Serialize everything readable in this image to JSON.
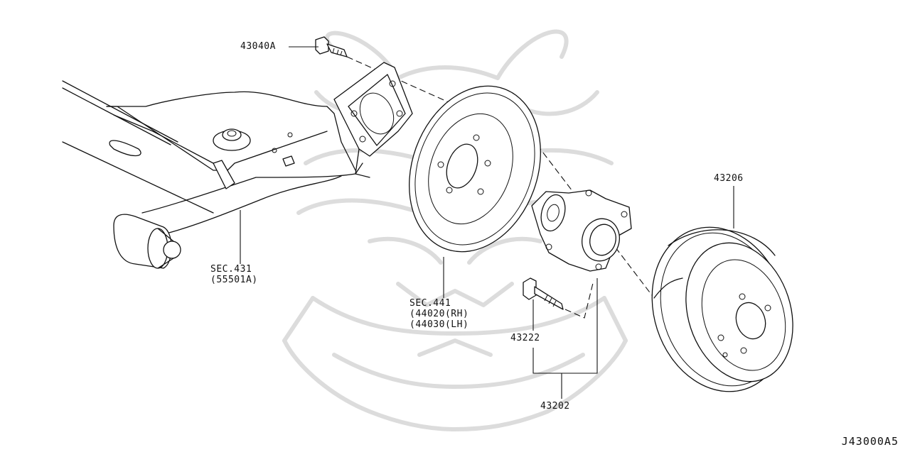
{
  "diagram_code": "J43000A5",
  "parts": [
    {
      "id": "bolt_top",
      "label": "43040A"
    },
    {
      "id": "axle",
      "label": "SEC.431\n(55501A)"
    },
    {
      "id": "backplate",
      "label": "SEC.441\n(44020(RH)\n(44030(LH)"
    },
    {
      "id": "hub_bolt",
      "label": "43222"
    },
    {
      "id": "hub_assembly",
      "label": "43202"
    },
    {
      "id": "drum",
      "label": "43206"
    }
  ],
  "watermark": {
    "icon": "samurai-mask-logo"
  },
  "colors": {
    "line": "#111111",
    "watermark": "#dcdcdc",
    "background": "#ffffff"
  }
}
